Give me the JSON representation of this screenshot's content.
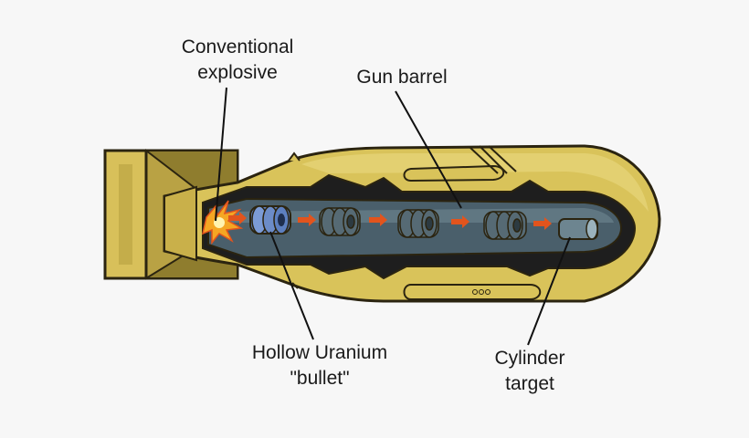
{
  "labels": {
    "explosive": {
      "line1": "Conventional",
      "line2": "explosive"
    },
    "barrel": "Gun barrel",
    "bullet": {
      "line1": "Hollow Uranium",
      "line2": "\"bullet\""
    },
    "target": {
      "line1": "Cylinder",
      "line2": "target"
    }
  },
  "colors": {
    "casing": "#d9c35a",
    "casing_dark": "#b8a23c",
    "outline": "#2b2410",
    "cavity": "#1e1e1e",
    "barrel": "#4a5f6b",
    "barrel_highlight": "#6f8791",
    "bullet": "#5d7fbf",
    "rings": "#566a74",
    "arrow": "#e2541d",
    "explosion": "#f5a623",
    "background": "#f7f7f7"
  }
}
